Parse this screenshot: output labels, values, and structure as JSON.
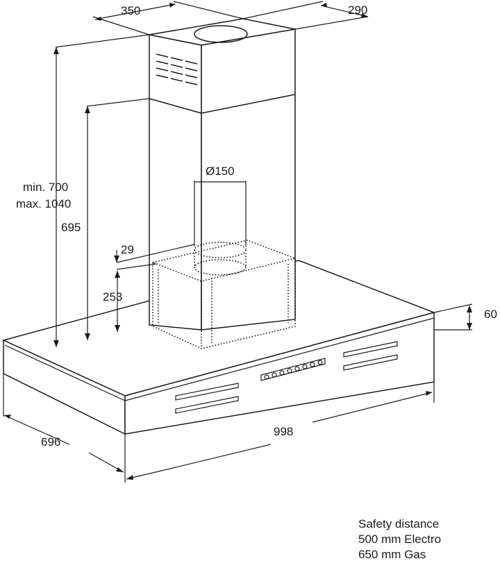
{
  "dimensions": {
    "chimney_width": "350",
    "chimney_depth": "290",
    "total_height_line1": "min. 700",
    "total_height_line2": "max. 1040",
    "inner_height": "695",
    "duct_diameter": "Ø150",
    "gap": "29",
    "unit_height": "253",
    "canopy_thickness": "60",
    "canopy_width": "998",
    "canopy_depth": "696"
  },
  "safety": {
    "title": "Safety distance",
    "electro": "500 mm Electro",
    "gas": "650 mm Gas"
  }
}
